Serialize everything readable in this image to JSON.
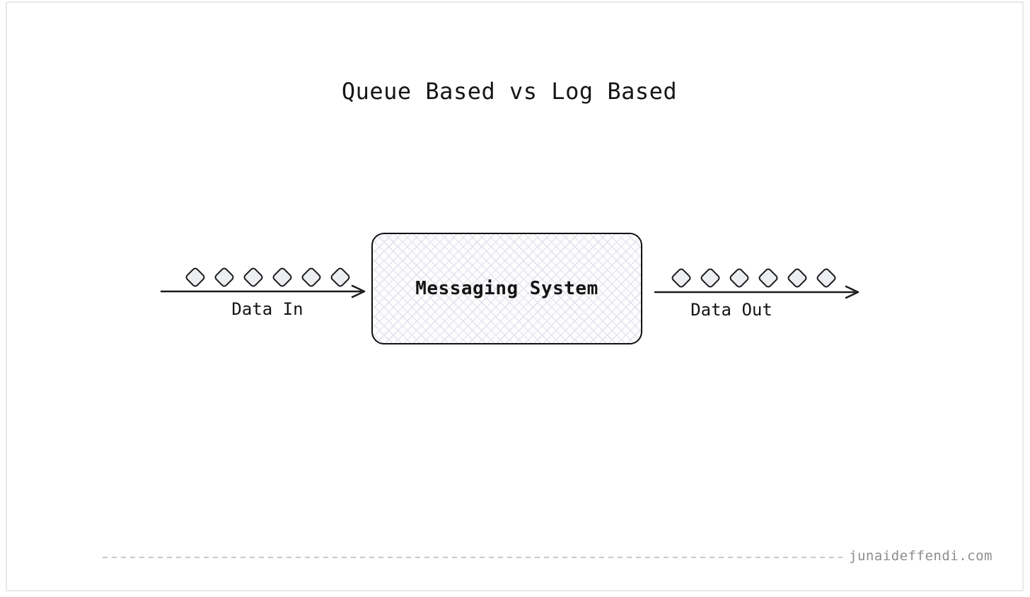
{
  "title": "Queue Based vs Log Based",
  "diagram": {
    "box_label": "Messaging System",
    "flows": {
      "in": {
        "label": "Data In",
        "diamond_count": 6
      },
      "out": {
        "label": "Data Out",
        "diamond_count": 6
      }
    }
  },
  "footer": {
    "site": "junaideffendi.com"
  },
  "colors": {
    "ink": "#1a1a1a",
    "diamond_fill": "#eceef1",
    "crosshatch": "#e0e1ea",
    "box_bg": "#fdfdfe",
    "dash_line": "#c9c9c9",
    "frame_border": "#e8e8e8",
    "footer_text": "#8d8d8d"
  }
}
